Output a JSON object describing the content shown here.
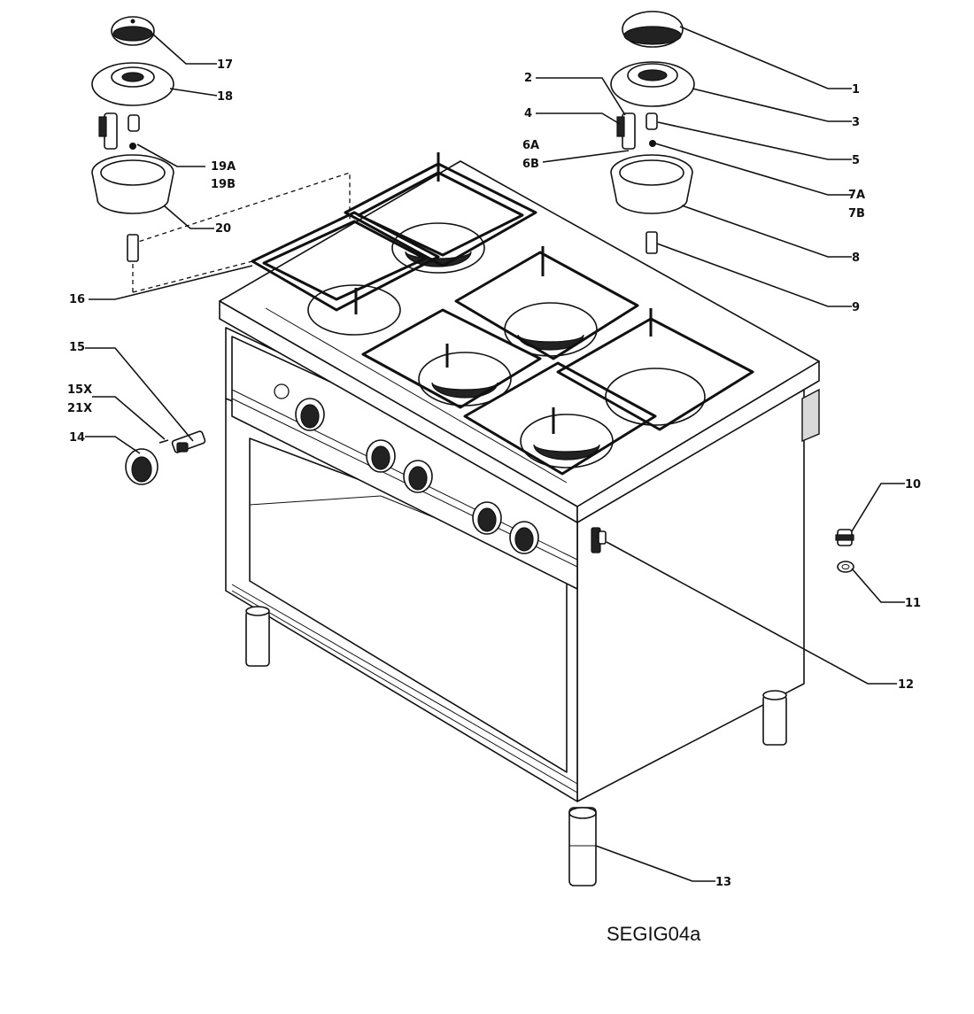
{
  "diagram": {
    "reference_code": "SEGIG04a",
    "callouts": {
      "c1": "1",
      "c2": "2",
      "c3": "3",
      "c4": "4",
      "c5": "5",
      "c6a": "6A",
      "c6b": "6B",
      "c7a": "7A",
      "c7b": "7B",
      "c8": "8",
      "c9": "9",
      "c10": "10",
      "c11": "11",
      "c12": "12",
      "c13": "13",
      "c14": "14",
      "c15": "15",
      "c15x": "15X",
      "c21x": "21X",
      "c16": "16",
      "c17": "17",
      "c18": "18",
      "c19a": "19A",
      "c19b": "19B",
      "c20": "20"
    }
  }
}
